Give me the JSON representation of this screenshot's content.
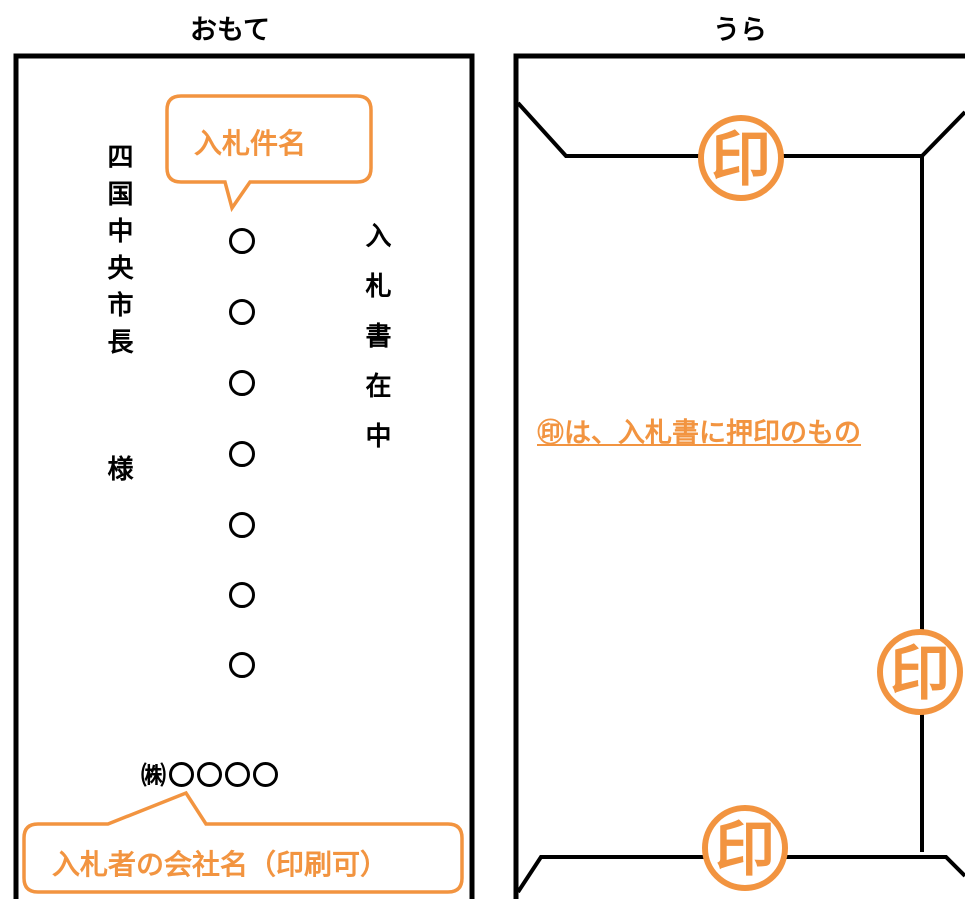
{
  "front": {
    "title": "おもて",
    "addressee_name": "四国中央市長",
    "honorific": "様",
    "enclosed_label": "入札書在中",
    "circles_count": 7,
    "company_prefix": "㈱",
    "company_circles": 4,
    "callout_subject": "入札件名",
    "callout_company": "入札者の会社名（印刷可）"
  },
  "back": {
    "title": "うら",
    "seal_char": "印",
    "note": "㊞は、入札書に押印のもの"
  },
  "colors": {
    "accent": "#F29440",
    "line": "#000000"
  }
}
